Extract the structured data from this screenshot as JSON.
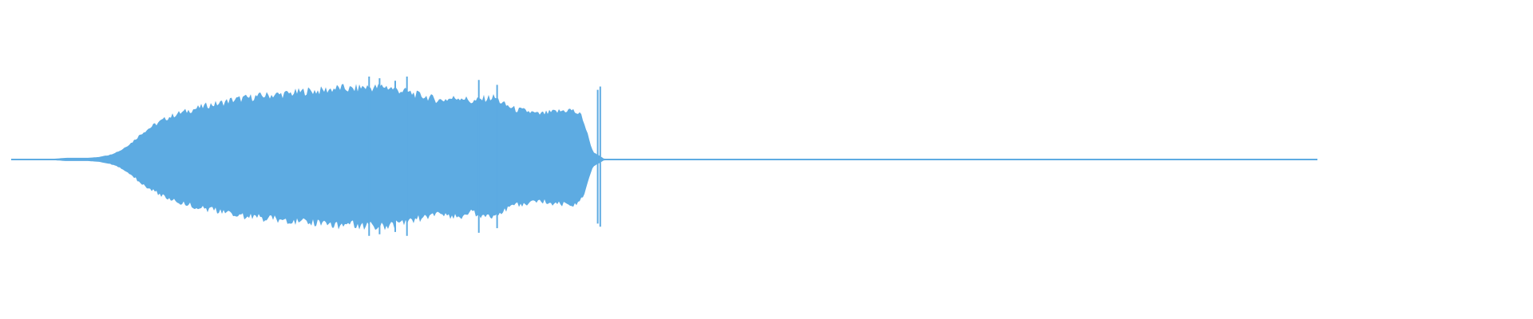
{
  "waveform": {
    "color": "#5DABE2",
    "baseline_color": "#5DABE2",
    "amplitude_envelope": [
      0.01,
      0.01,
      0.01,
      0.01,
      0.01,
      0.02,
      0.02,
      0.02,
      0.03,
      0.06,
      0.12,
      0.22,
      0.35,
      0.44,
      0.52,
      0.58,
      0.62,
      0.66,
      0.7,
      0.72,
      0.76,
      0.78,
      0.8,
      0.82,
      0.83,
      0.84,
      0.86,
      0.88,
      0.88,
      0.9,
      0.92,
      0.9,
      0.93,
      0.92,
      0.94,
      0.9,
      0.87,
      0.83,
      0.8,
      0.76,
      0.78,
      0.8,
      0.74,
      0.78,
      0.8,
      0.7,
      0.64,
      0.62,
      0.58,
      0.6,
      0.62,
      0.64,
      0.56,
      0.1,
      0.01,
      0.01,
      0.01,
      0.01,
      0.01,
      0.01,
      0.01,
      0.01,
      0.01,
      0.01,
      0.01,
      0.01,
      0.01,
      0.01,
      0.01,
      0.01,
      0.01,
      0.01,
      0.01,
      0.01,
      0.01,
      0.01,
      0.01,
      0.01,
      0.01,
      0.01,
      0.01,
      0.01,
      0.01,
      0.01,
      0.01,
      0.01,
      0.01,
      0.01,
      0.01,
      0.01,
      0.01,
      0.01,
      0.01,
      0.01,
      0.01,
      0.01,
      0.01,
      0.01,
      0.01,
      0.01,
      0.01,
      0.01,
      0.01,
      0.01,
      0.01,
      0.01,
      0.01,
      0.01,
      0.01,
      0.01,
      0.01,
      0.01,
      0.01,
      0.01,
      0.01,
      0.01,
      0.01,
      0.01,
      0.01,
      0.01
    ],
    "spikes": [
      {
        "pos": 0.274,
        "amp": 1.0
      },
      {
        "pos": 0.282,
        "amp": 0.98
      },
      {
        "pos": 0.294,
        "amp": 0.95
      },
      {
        "pos": 0.303,
        "amp": 1.0
      },
      {
        "pos": 0.358,
        "amp": 0.96
      },
      {
        "pos": 0.372,
        "amp": 0.9
      },
      {
        "pos": 0.449,
        "amp": 0.84
      },
      {
        "pos": 0.451,
        "amp": 0.88
      }
    ]
  }
}
